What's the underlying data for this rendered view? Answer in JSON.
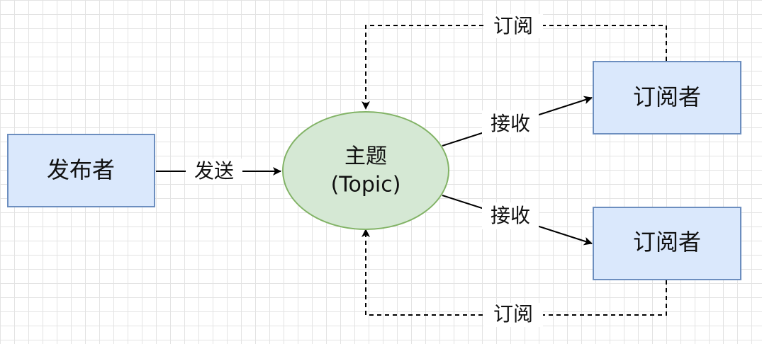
{
  "colors": {
    "box_fill": "#dae8fc",
    "box_stroke": "#6c8ebf",
    "ellipse_fill": "#d5e8d4",
    "ellipse_stroke": "#82b366",
    "edge": "#000000"
  },
  "nodes": {
    "publisher": {
      "label": "发布者"
    },
    "topic": {
      "label_line1": "主题",
      "label_line2": "(Topic)"
    },
    "subscriber_top": {
      "label": "订阅者"
    },
    "subscriber_bottom": {
      "label": "订阅者"
    }
  },
  "edges": {
    "send": {
      "label": "发送",
      "style": "solid"
    },
    "receive_top": {
      "label": "接收",
      "style": "solid"
    },
    "receive_bottom": {
      "label": "接收",
      "style": "solid"
    },
    "subscribe_top": {
      "label": "订阅",
      "style": "dashed"
    },
    "subscribe_bottom": {
      "label": "订阅",
      "style": "dashed"
    }
  }
}
